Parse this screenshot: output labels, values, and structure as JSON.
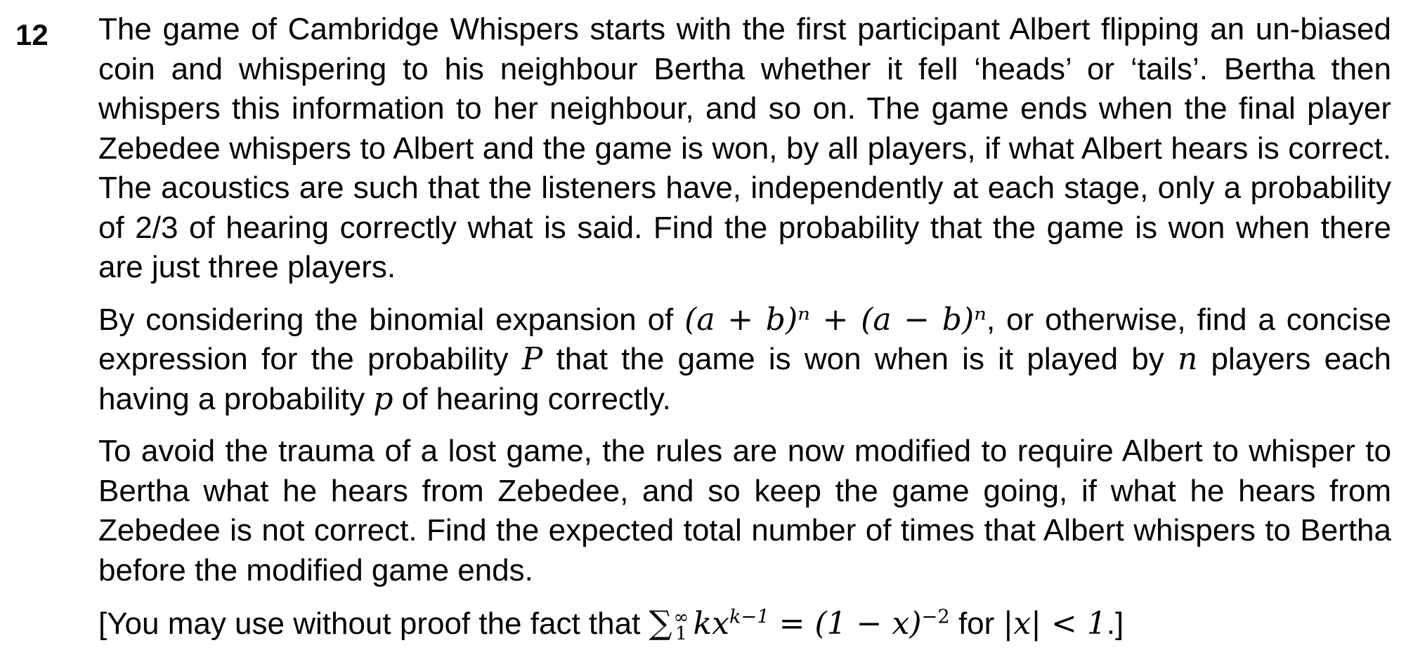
{
  "question": {
    "number": "12",
    "p1": "The game of Cambridge Whispers starts with the first participant Albert flipping an un-biased coin and whispering to his neighbour Bertha whether it fell ‘heads’ or ‘tails’. Bertha then whispers this information to her neighbour, and so on. The game ends when the final player Zebedee whispers to Albert and the game is won, by all players, if what Albert hears is correct. The acoustics are such that the listeners have, independently at each stage, only a probability of 2/3 of hearing correctly what is said. Find the probability that the game is won when there are just three players.",
    "p2": {
      "t1": "By considering the binomial expansion of ",
      "expr": "(a + b)ⁿ + (a − b)ⁿ",
      "t2": ", or otherwise, find a concise expression for the probability ",
      "P": "P",
      "t3": " that the game is won when is it played by ",
      "n": "n",
      "t4": " players each having a probability ",
      "p": "p",
      "t5": " of hearing correctly."
    },
    "p3": "To avoid the trauma of a lost game, the rules are now modified to require Albert to whisper to Bertha what he hears from Zebedee, and so keep the game going, if what he hears from Zebedee is not correct. Find the expected total number of times that Albert whispers to Bertha before the modified game ends.",
    "p4": {
      "t1": "[You may use without proof the fact that ",
      "sum": "∑",
      "upper": "∞",
      "lower": "1",
      "summand": "kx",
      "summand_exp": "k−1",
      "eq": " = (1 − x)",
      "eq_exp": "−2",
      "t2": " for ",
      "cond": "|x| < 1",
      "t3": ".]"
    }
  }
}
